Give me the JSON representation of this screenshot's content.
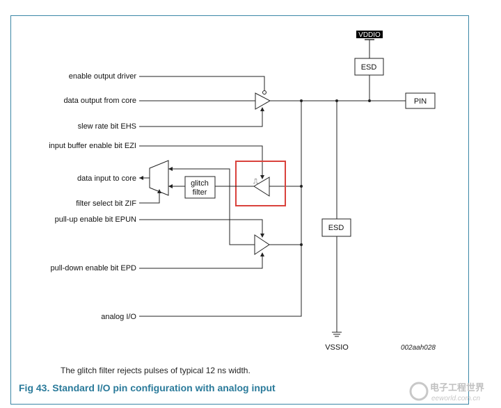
{
  "diagram": {
    "labels": {
      "enable_output_driver": "enable output driver",
      "data_output_from_core": "data output from core",
      "slew_rate_bit": "slew rate bit EHS",
      "input_buffer_enable": "input buffer enable bit EZI",
      "data_input_to_core": "data input to core",
      "filter_select": "filter select bit ZIF",
      "pull_up_enable": "pull-up enable bit EPUN",
      "pull_down_enable": "pull-down enable bit EPD",
      "analog_io": "analog I/O"
    },
    "vddio": "VDDIO",
    "esd_top": "ESD",
    "esd_bottom": "ESD",
    "pin": "PIN",
    "glitch_filter_line1": "glitch",
    "glitch_filter_line2": "filter",
    "vssio": "VSSIO",
    "figure_code": "002aah028",
    "highlight_color": "#d9413b"
  },
  "caption": "The glitch filter rejects pulses of typical 12 ns width.",
  "figure_title": "Fig 43.   Standard I/O pin configuration with analog input",
  "watermark": {
    "cn": "电子工程世界",
    "en": "eeworld.com.cn"
  }
}
